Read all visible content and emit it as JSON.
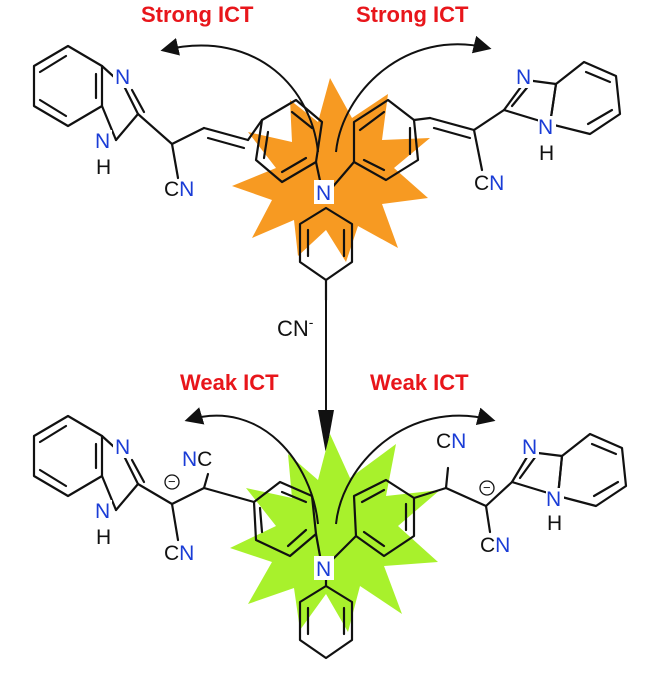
{
  "top_molecule": {
    "ict_label_left": "Strong ICT",
    "ict_label_right": "Strong ICT",
    "burst_color": "#f79a22"
  },
  "reagent": {
    "species": "CN",
    "charge": "-"
  },
  "bottom_molecule": {
    "ict_label_left": "Weak ICT",
    "ict_label_right": "Weak ICT",
    "burst_color": "#a8f12c",
    "carbanion_sign": "−"
  },
  "atoms": {
    "imine_n": "N",
    "nh_n": "N",
    "nh_h": "H",
    "amine_n": "N",
    "cyano": "CN",
    "cyano_c": "C",
    "cyano_n": "N",
    "isocyano_nc": "NC"
  },
  "colors": {
    "ict_label": "#e8161b",
    "hetero_atom": "#1a3cd6",
    "bond": "#111111"
  }
}
